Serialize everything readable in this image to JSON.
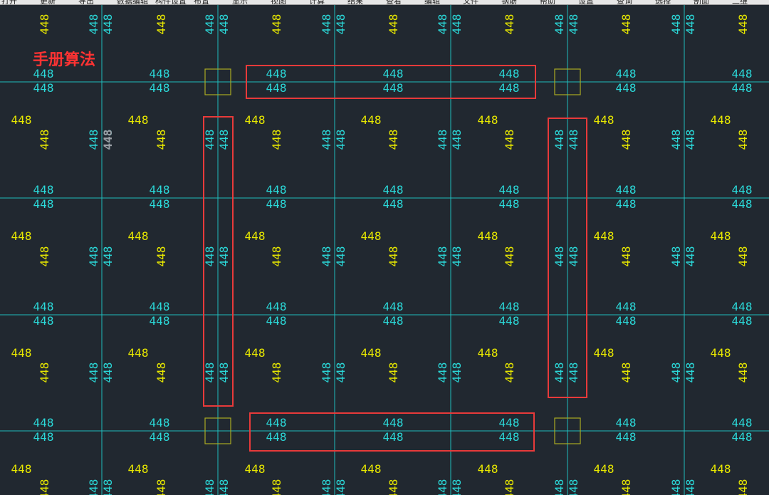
{
  "toolbar": {
    "items": [
      "打开",
      "更新",
      "导出",
      "数据编辑",
      "构件设置",
      "布置",
      "显示",
      "视图",
      "计算",
      "结果",
      "查看",
      "编辑",
      "文件",
      "钢筋",
      "帮助",
      "设置",
      "查询",
      "选择",
      "剖面",
      "二维"
    ]
  },
  "annotation": {
    "label": "手册算法",
    "color": "#ff3333"
  },
  "drawing": {
    "value": "448",
    "yellow": "#e8e800",
    "cyan": "#2bd9d9",
    "grid_color": "#1fbdbd",
    "column_color": "#aaaa22",
    "highlight_color": "#e83a3a"
  }
}
